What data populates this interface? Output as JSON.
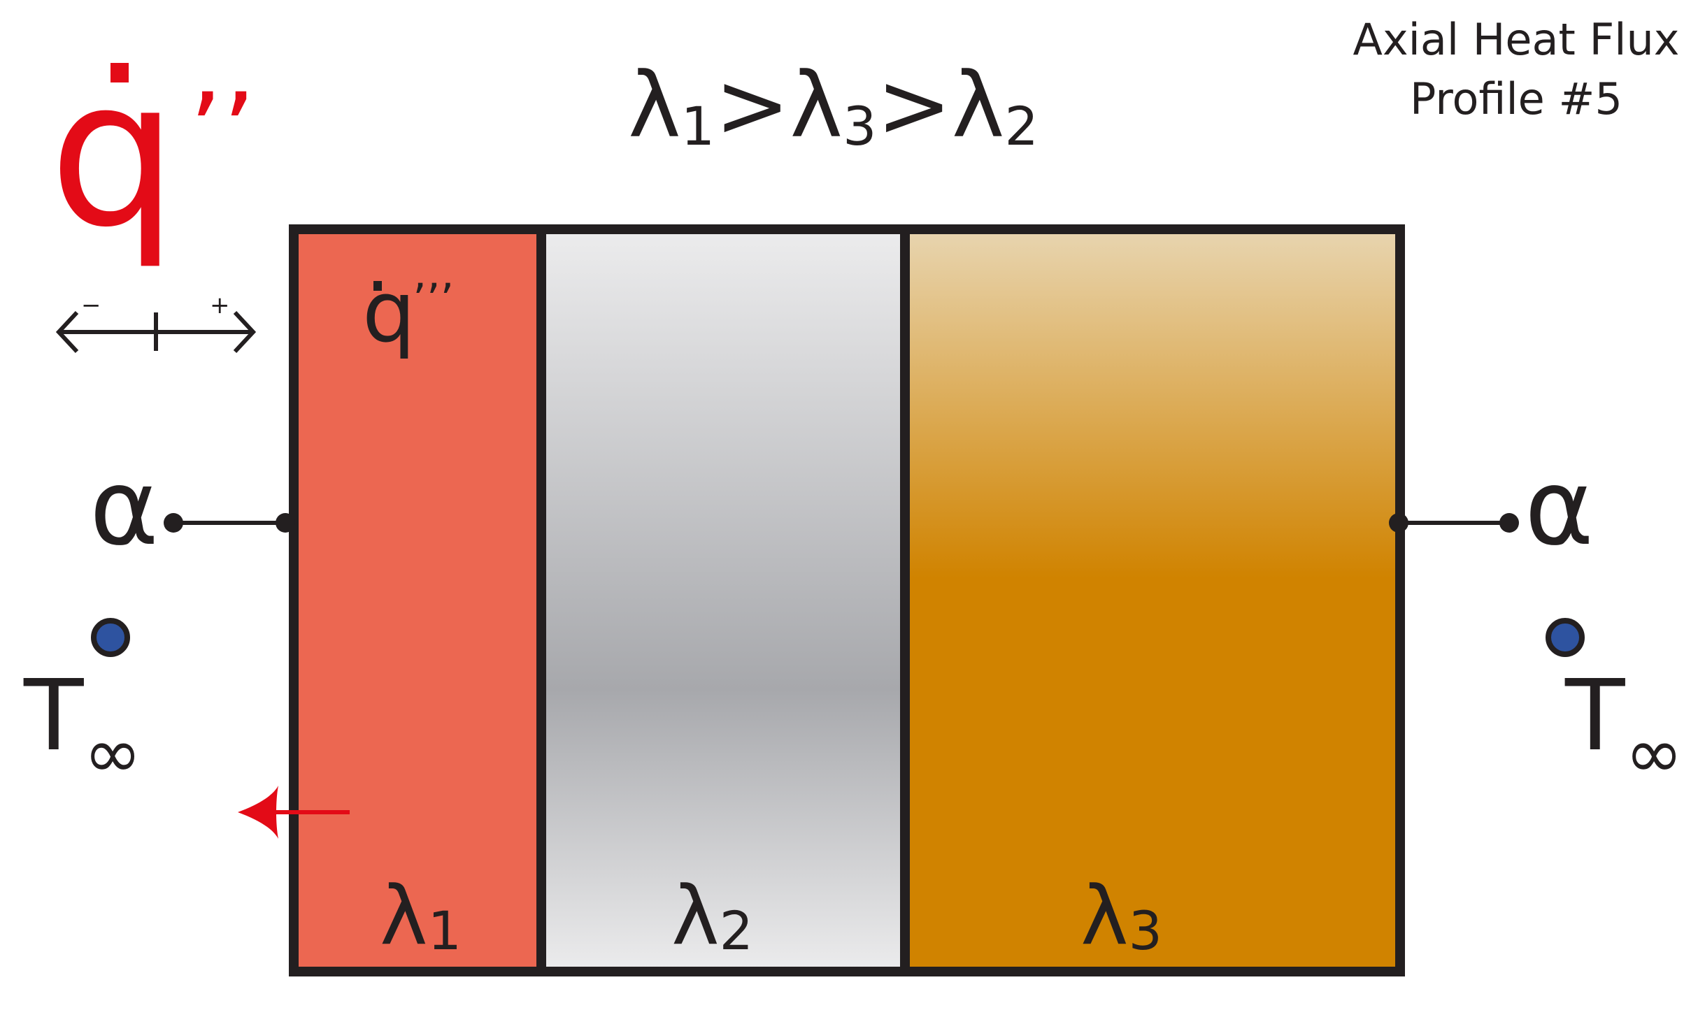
{
  "title": {
    "line1": "Axial Heat Flux",
    "line2": "Profile #5"
  },
  "conductivity_relation": {
    "l1": "λ",
    "s1": "1",
    "gt1": ">",
    "l2": "λ",
    "s2": "3",
    "gt2": ">",
    "l3": "λ",
    "s3": "2"
  },
  "heat_flux": {
    "symbol": "q",
    "primes": "’’",
    "minus_label": "−",
    "plus_label": "+"
  },
  "heat_generation": {
    "symbol": "q",
    "primes": "’’’"
  },
  "layers": [
    {
      "symbol": "λ",
      "subscript": "1",
      "color": "#EC6751"
    },
    {
      "symbol": "λ",
      "subscript": "2",
      "color": "#A7A8AC"
    },
    {
      "symbol": "λ",
      "subscript": "3",
      "color": "#D08300"
    }
  ],
  "boundary_left": {
    "alpha": "α",
    "temperature": "T",
    "temperature_subscript": "∞"
  },
  "boundary_right": {
    "alpha": "α",
    "temperature": "T",
    "temperature_subscript": "∞"
  },
  "colors": {
    "heat_flux_red": "#E30B17",
    "ambient_dot": "#2E53A0",
    "outline": "#231F20"
  }
}
